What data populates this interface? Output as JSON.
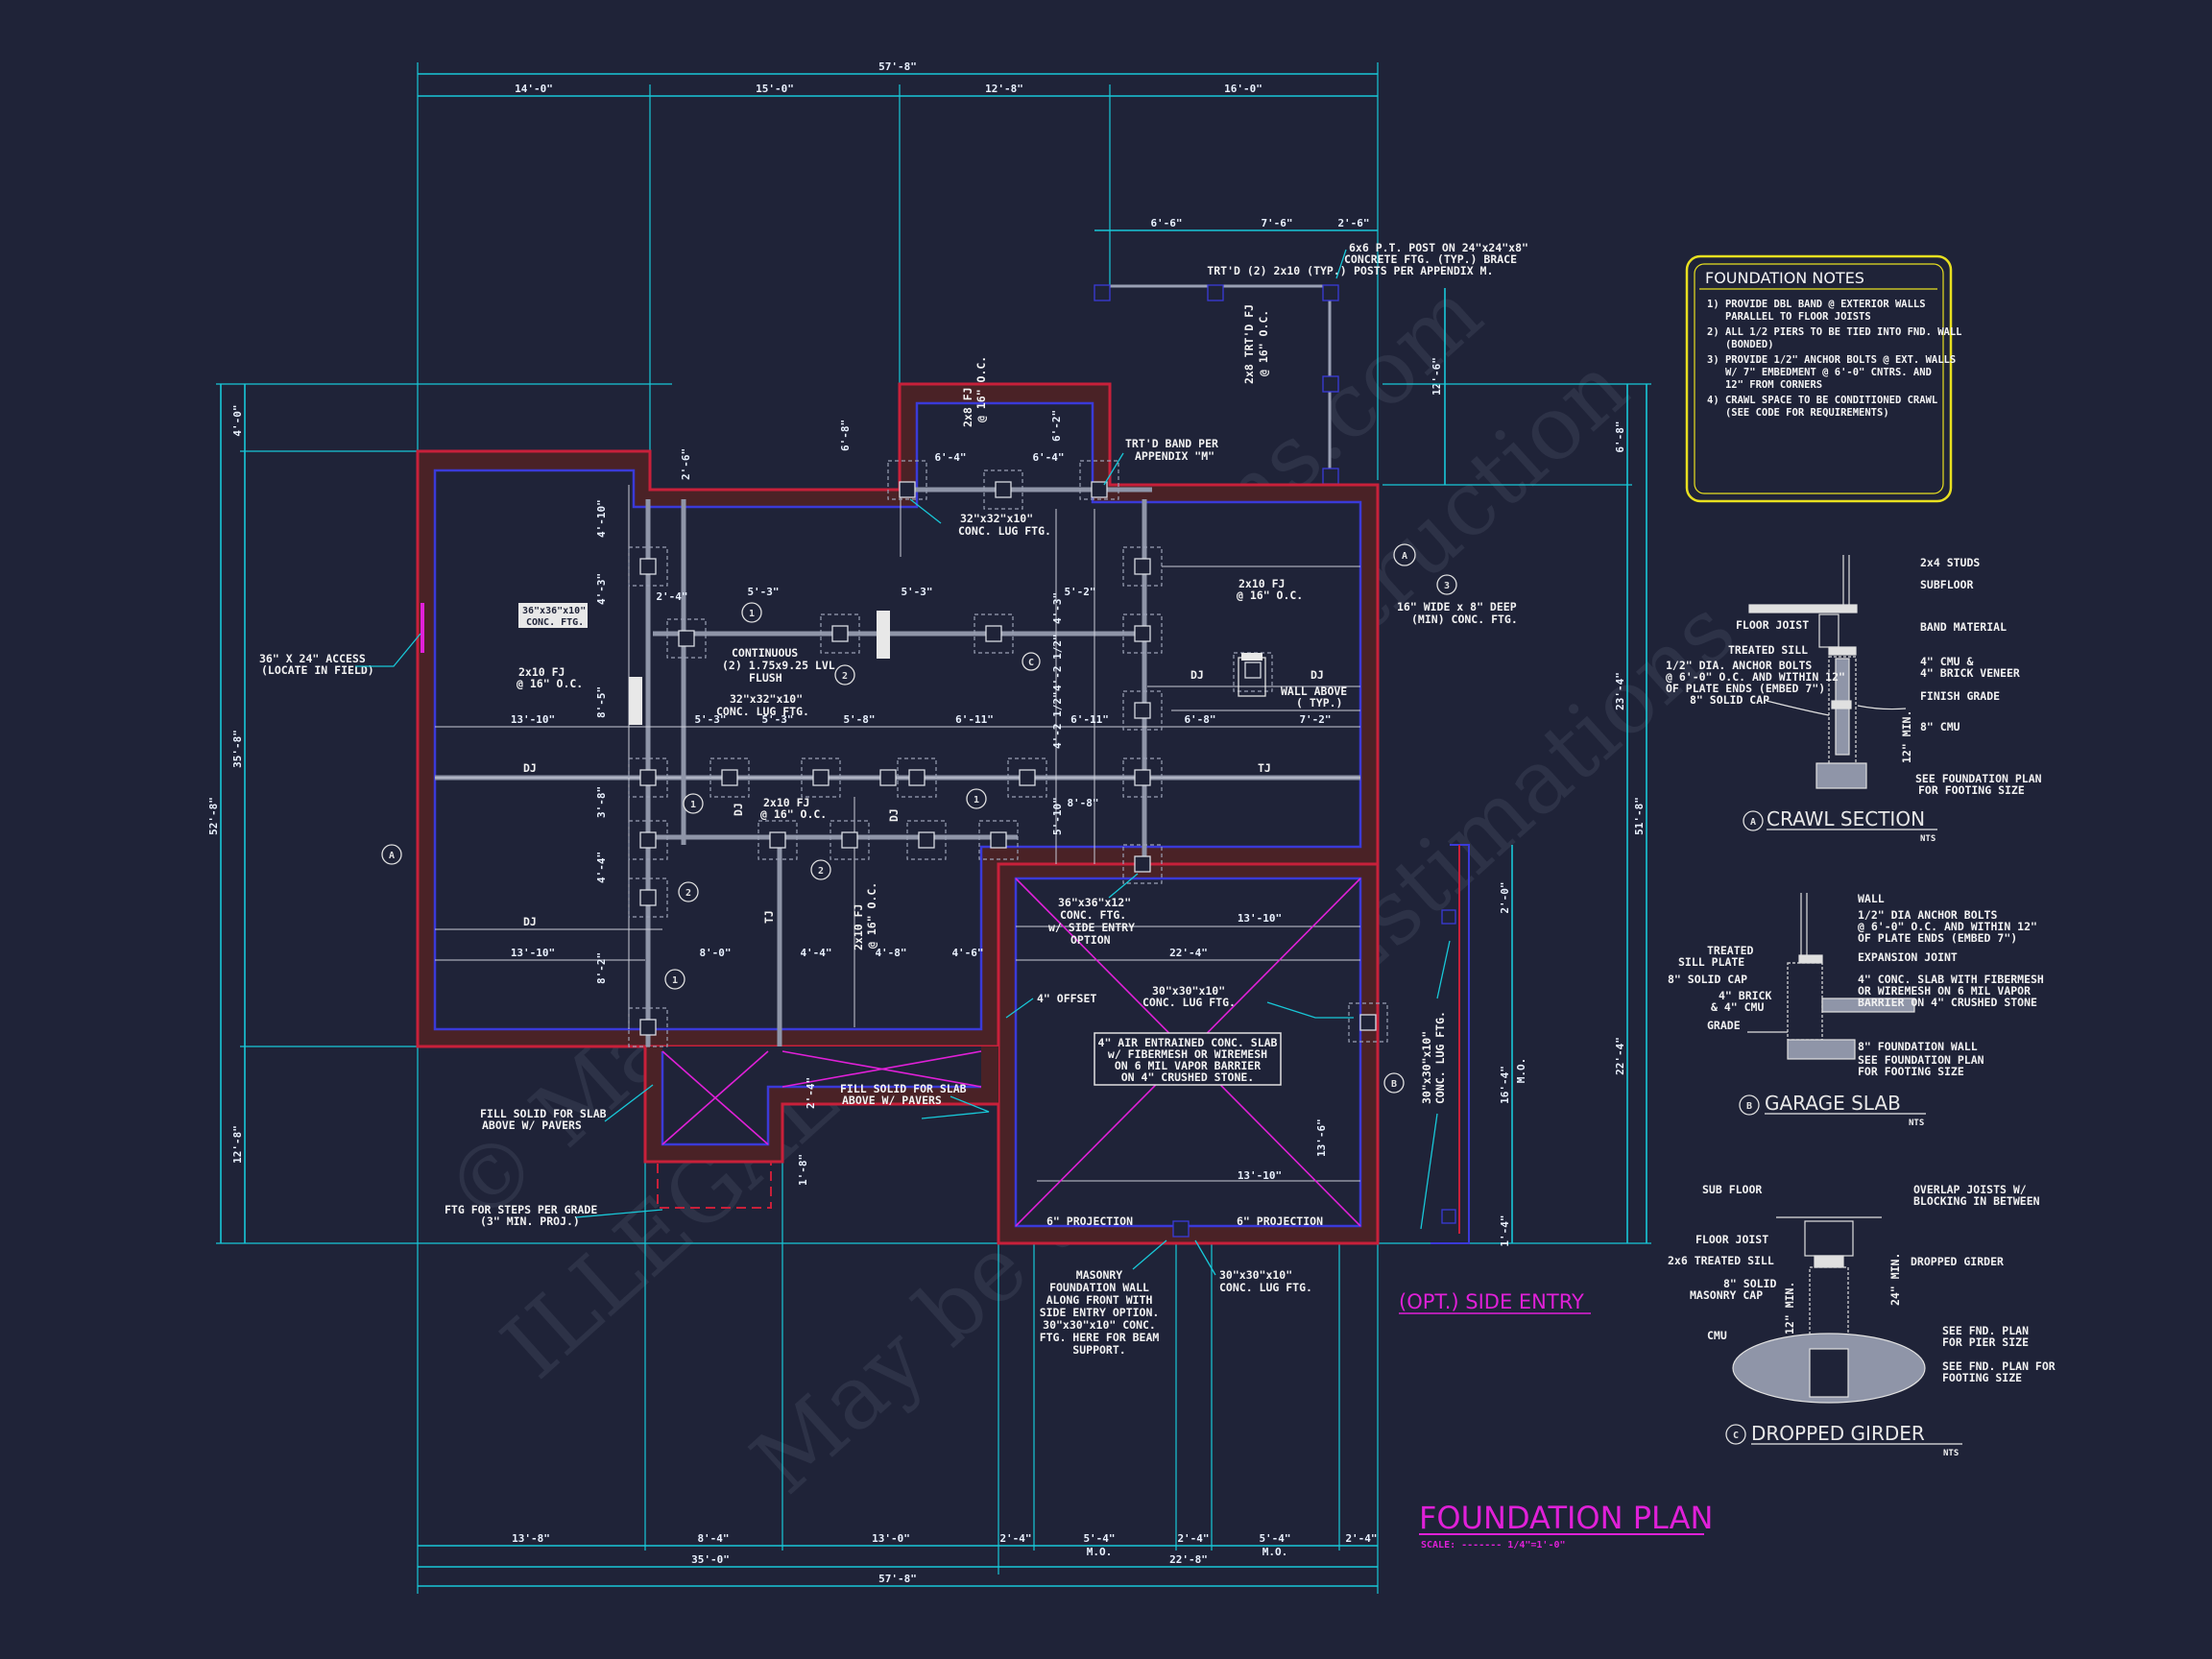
{
  "title": {
    "main": "FOUNDATION PLAN",
    "scale": "SCALE: ------- 1/4\"=1'-0\"",
    "side_entry": "(OPT.) SIDE ENTRY"
  },
  "watermark": {
    "line1": "© Max Home Floor Plans.com",
    "line2": "ILLEGAL to use for Construction",
    "line3": "May be used for Estimations"
  },
  "dimensions": {
    "top_overall": "57'-8\"",
    "top_segments": [
      "14'-0\"",
      "15'-0\"",
      "12'-8\"",
      "16'-0\""
    ],
    "porch_segments": [
      "6'-6\"",
      "7'-6\"",
      "2'-6\""
    ],
    "porch_depth": "12'-6\"",
    "bottom_segments": [
      "13'-8\"",
      "8'-4\"",
      "13'-0\"",
      "2'-4\"",
      "5'-4\"",
      "2'-4\"",
      "5'-4\"",
      "2'-4\""
    ],
    "bottom_mo": [
      "M.O.",
      "M.O."
    ],
    "bottom_subtotals": [
      "35'-0\"",
      "22'-8\""
    ],
    "bottom_overall": "57'-8\"",
    "left_overall": "52'-8\"",
    "left_upper": "4'-0\"",
    "left_mid": "35'-8\"",
    "left_lower": "12'-8\"",
    "right_overall": "51'-8\"",
    "right_upper": "6'-8\"",
    "right_mid": "23'-4\"",
    "right_lower": "22'-4\"",
    "bay_depth": "6'-8\"",
    "interior": [
      "6'-4\"",
      "6'-4\"",
      "6'-2\"",
      "5'-3\"",
      "5'-3\"",
      "5'-2\"",
      "4'-10\"",
      "4'-3\"",
      "4'-3\"",
      "4'-2 1/2\"",
      "4'-2 1/2\"",
      "5'-10\"",
      "8'-5\"",
      "3'-8\"",
      "4'-4\"",
      "8'-2\"",
      "13'-10\"",
      "5'-3\"",
      "5'-3\"",
      "5'-8\"",
      "6'-11\"",
      "6'-11\"",
      "6'-8\"",
      "7'-2\"",
      "8'-8\"",
      "13'-10\"",
      "8'-0\"",
      "4'-4\"",
      "4'-8\"",
      "4'-6\"",
      "13'-10\"",
      "22'-4\"",
      "13'-6\"",
      "13'-10\"",
      "2'-4\"",
      "2'-6\"",
      "1'-8\"",
      "2'-4\"",
      "16'-4\"",
      "2'-0\"",
      "1'-4\""
    ]
  },
  "notes": {
    "trtd_posts": "TRT'D (2) 2x10 (TYP.)",
    "post_note": [
      "6x6 P.T. POST ON 24\"x24\"x8\"",
      "CONCRETE FTG. (TYP.) BRACE",
      "POSTS PER APPENDIX M."
    ],
    "porch_fj": [
      "2x8 TRT'D FJ",
      "@ 16\" O.C."
    ],
    "bay_fj": [
      "2x8 FJ",
      "@ 16\" O.C."
    ],
    "band": [
      "TRT'D BAND PER",
      "APPENDIX \"M\""
    ],
    "lug1": [
      "32\"x32\"x10\"",
      "CONC. LUG FTG."
    ],
    "fj_right": [
      "2x10 FJ",
      "@ 16\" O.C."
    ],
    "wide_ftg": [
      "16\" WIDE x 8\" DEEP",
      "(MIN) CONC. FTG."
    ],
    "ftg_tag": [
      "36\"x36\"x10\"",
      "CONC. FTG."
    ],
    "continuous": [
      "CONTINUOUS",
      "(2) 1.75x9.25 LVL",
      "FLUSH"
    ],
    "lug2": [
      "32\"x32\"x10\"",
      "CONC. LUG FTG."
    ],
    "access": [
      "36\" X 24\" ACCESS",
      "(LOCATE IN FIELD)"
    ],
    "fj_left": [
      "2x10 FJ",
      "@ 16\" O.C."
    ],
    "dj": "DJ",
    "tj": "TJ",
    "fj_small": [
      "2x10 FJ",
      "@ 16\" O.C."
    ],
    "wall_above": [
      "WALL ABOVE",
      "( TYP.)"
    ],
    "side_entry_ftg": [
      "36\"x36\"x12\"",
      "CONC. FTG.",
      "w/ SIDE ENTRY",
      "OPTION"
    ],
    "offset": "4\" OFFSET",
    "lug3": [
      "30\"x30\"x10\"",
      "CONC. LUG FTG."
    ],
    "slab": [
      "4\" AIR ENTRAINED CONC. SLAB",
      "w/ FIBERMESH OR WIREMESH",
      "ON 6 MIL VAPOR BARRIER",
      "ON 4\" CRUSHED STONE."
    ],
    "fill_solid_1": [
      "FILL SOLID FOR SLAB",
      "ABOVE W/ PAVERS"
    ],
    "fill_solid_2": [
      "FILL SOLID FOR SLAB",
      "ABOVE W/ PAVERS"
    ],
    "steps": [
      "FTG FOR STEPS PER GRADE",
      "(3\" MIN. PROJ.)"
    ],
    "projection_left": "6\" PROJECTION",
    "projection_right": "6\" PROJECTION",
    "masonry": [
      "MASONRY",
      "FOUNDATION WALL",
      "ALONG FRONT WITH",
      "SIDE ENTRY OPTION.",
      "30\"x30\"x10\" CONC.",
      "FTG. HERE FOR BEAM",
      "SUPPORT."
    ],
    "lug4": [
      "30\"x30\"x10\"",
      "CONC. LUG FTG."
    ],
    "side_lug": [
      "30\"x30\"x10\"",
      "CONC. LUG FTG."
    ],
    "mo_side": "M.O."
  },
  "foundation_notes": {
    "heading": "FOUNDATION NOTES",
    "lines": [
      "1) PROVIDE DBL BAND @ EXTERIOR WALLS",
      "   PARALLEL TO FLOOR JOISTS",
      "2) ALL 1/2 PIERS TO BE TIED INTO FND. WALL",
      "   (BONDED)",
      "3) PROVIDE 1/2\" ANCHOR BOLTS @ EXT. WALLS",
      "   W/ 7\" EMBEDMENT @ 6'-0\" CNTRS. AND",
      "   12\" FROM CORNERS",
      "4) CRAWL SPACE TO BE CONDITIONED CRAWL",
      "   (SEE CODE FOR REQUIREMENTS)"
    ]
  },
  "detail_a": {
    "letter": "A",
    "title": "CRAWL SECTION",
    "nts": "NTS",
    "labels": [
      "2x4 STUDS",
      "SUBFLOOR",
      "FLOOR JOIST",
      "BAND MATERIAL",
      "TREATED SILL",
      "1/2\" DIA. ANCHOR BOLTS",
      "@ 6'-0\" O.C. AND WITHIN 12\"",
      "OF PLATE ENDS (EMBED 7\")",
      "4\" CMU &",
      "4\" BRICK VENEER",
      "8\" SOLID CAP",
      "FINISH GRADE",
      "8\" CMU",
      "12\" MIN.",
      "SEE FOUNDATION PLAN",
      "FOR FOOTING SIZE"
    ]
  },
  "detail_b": {
    "letter": "B",
    "title": "GARAGE SLAB",
    "nts": "NTS",
    "labels": [
      "WALL",
      "1/2\" DIA ANCHOR BOLTS",
      "@ 6'-0\" O.C. AND WITHIN 12\"",
      "OF PLATE ENDS (EMBED 7\")",
      "TREATED",
      "SILL PLATE",
      "EXPANSION JOINT",
      "8\" SOLID CAP",
      "4\" CONC. SLAB WITH FIBERMESH",
      "OR WIREMESH ON 6 MIL VAPOR",
      "BARRIER ON 4\" CRUSHED STONE",
      "4\" BRICK",
      "& 4\" CMU",
      "GRADE",
      "8\" FOUNDATION WALL",
      "SEE FOUNDATION PLAN",
      "FOR FOOTING SIZE"
    ]
  },
  "detail_c": {
    "letter": "C",
    "title": "DROPPED GIRDER",
    "nts": "NTS",
    "labels": [
      "SUB FLOOR",
      "OVERLAP JOISTS W/",
      "BLOCKING IN BETWEEN",
      "FLOOR JOIST",
      "2x6 TREATED SILL",
      "DROPPED GIRDER",
      "8\" SOLID",
      "MASONRY CAP",
      "12\" MIN.",
      "24\" MIN.",
      "CMU",
      "SEE FND. PLAN",
      "FOR PIER SIZE",
      "SEE FND. PLAN FOR",
      "FOOTING SIZE"
    ]
  },
  "bubbles": [
    "1",
    "2",
    "3",
    "A",
    "B",
    "C"
  ],
  "colors": {
    "background": "#1f2338",
    "dimension": "#18c8d8",
    "wall_red": "#c8203a",
    "wall_blue": "#3a3ad8",
    "magenta": "#e020d8",
    "notes_border": "#e8e020"
  }
}
